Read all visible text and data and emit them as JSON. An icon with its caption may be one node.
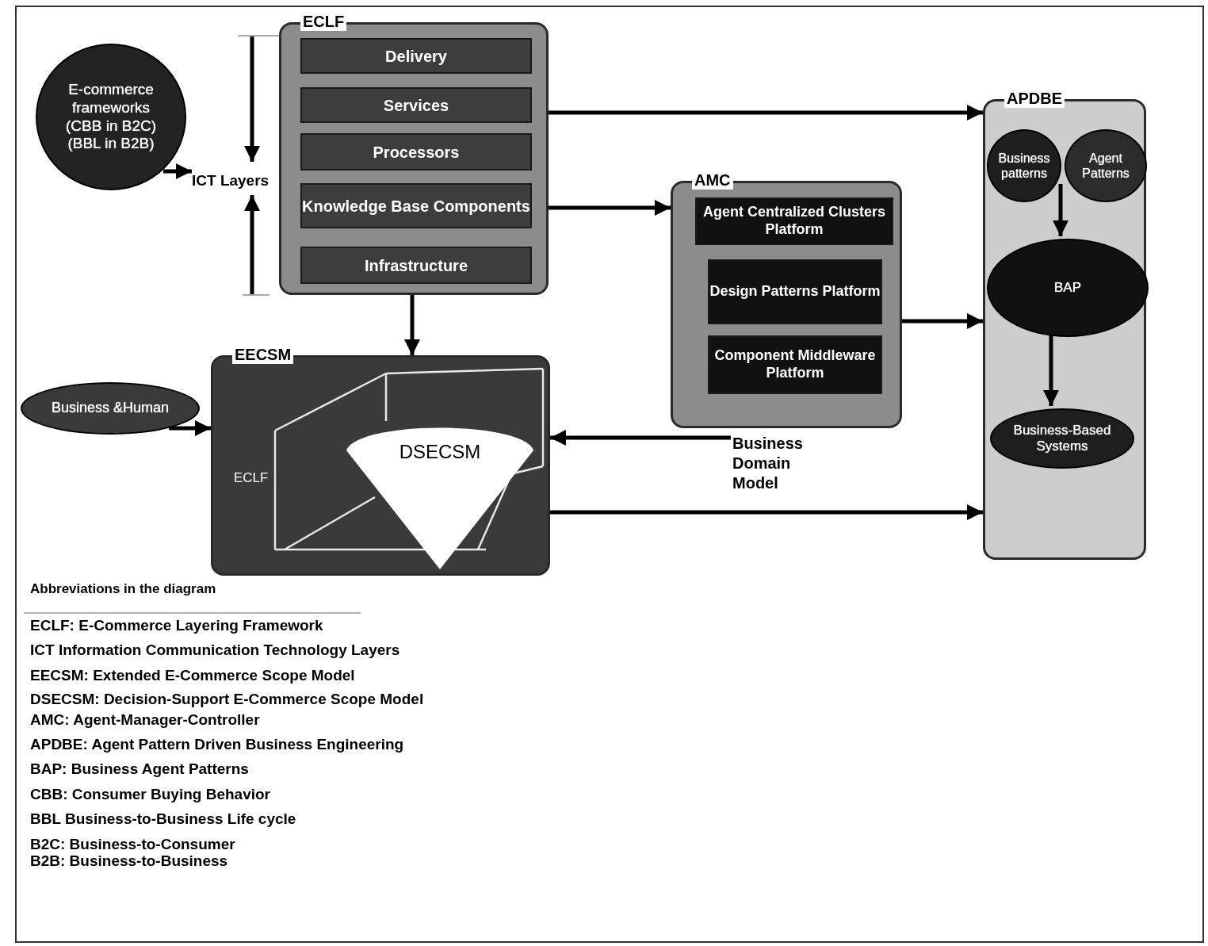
{
  "diagram": {
    "nodes": [
      {
        "text": [
          "E-commerce frameworks (CBB in B2C) (BBL in B2B)"
        ]
      },
      {
        "text": [
          "ICT Layers"
        ]
      },
      {
        "text": [
          "ECLF"
        ]
      },
      {
        "text": [
          "Delivery"
        ],
        "in": 2
      },
      {
        "text": [
          "Services"
        ],
        "in": 2
      },
      {
        "text": [
          "Processors"
        ],
        "in": 2
      },
      {
        "text": [
          "Knowledge Base Components"
        ],
        "in": 2
      },
      {
        "text": [
          "Infrastructure"
        ],
        "in": 2
      },
      {
        "text": [
          "APDBE"
        ]
      },
      {
        "text": [
          "Business patterns"
        ],
        "in": 8
      },
      {
        "text": [
          "Agent Patterns"
        ],
        "in": 8
      },
      {
        "text": [
          "BAP"
        ],
        "in": 8
      },
      {
        "text": [
          "Business-Based Systems"
        ],
        "in": 8
      },
      {
        "text": [
          "AMC"
        ]
      },
      {
        "text": [
          "Agent Centralized Clusters Platform"
        ],
        "in": 13
      },
      {
        "text": [
          "Design Patterns Platform"
        ],
        "in": 13
      },
      {
        "text": [
          "Component Middleware Platform"
        ],
        "in": 13
      },
      {
        "text": [
          "EECSM"
        ]
      },
      {
        "text": [
          "DSECSM"
        ],
        "in": 17
      },
      {
        "text": [
          "Business &Human"
        ]
      },
      {
        "text": [
          "Business Domain Model"
        ]
      }
    ],
    "edges": [
      {
        "from": 0,
        "to": 1,
        "arrow": "to"
      },
      {
        "from": 2,
        "to": 8,
        "arrow": "to"
      },
      {
        "from": 2,
        "to": 13,
        "arrow": "to"
      },
      {
        "from": 2,
        "to": 17,
        "arrow": "to"
      },
      {
        "from": 13,
        "to": 8,
        "arrow": "to"
      },
      {
        "from": 9,
        "to": 11,
        "arrow": "to"
      },
      {
        "from": 10,
        "to": 11,
        "arrow": "to"
      },
      {
        "from": 11,
        "to": 12,
        "arrow": "to"
      },
      {
        "from": 20,
        "to": 17,
        "arrow": "to"
      },
      {
        "from": 19,
        "to": 17,
        "arrow": "to"
      },
      {
        "from": 17,
        "to": 8,
        "arrow": "to"
      }
    ],
    "labels": [
      "ECLF",
      "Abbreviations in the diagram",
      "ECLF: E-Commerce Layering Framework",
      "ICT Information Communication Technology Layers",
      "EECSM: Extended E-Commerce Scope Model",
      "DSECSM: Decision-Support E-Commerce Scope Model",
      "AMC: Agent-Manager-Controller",
      "APDBE: Agent Pattern Driven Business Engineering",
      "BAP: Business Agent Patterns",
      "CBB: Consumer Buying Behavior",
      "BBL Business-to-Business Life cycle",
      "B2C: Business-to-Consumer",
      "B2B: Business-to-Business"
    ]
  }
}
